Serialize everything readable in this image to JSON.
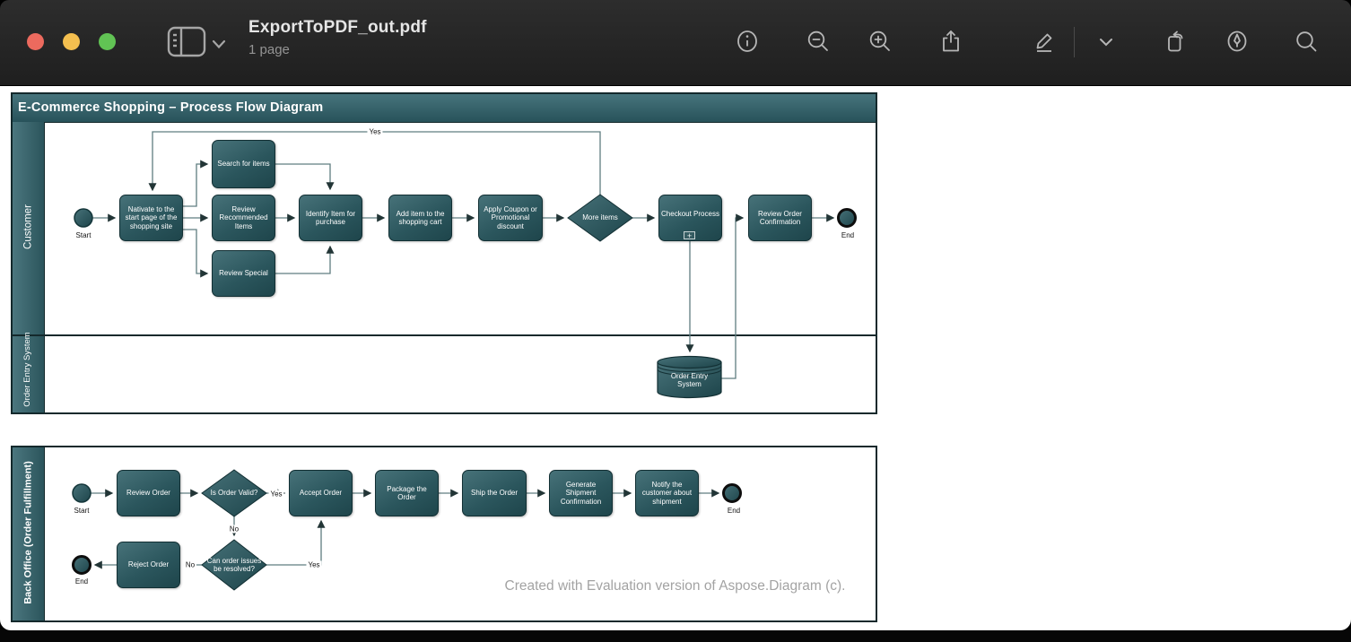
{
  "window": {
    "title": "ExportToPDF_out.pdf",
    "subtitle": "1 page",
    "toolbar_icons": [
      "sidebar-icon",
      "sidebar-chevron-icon",
      "info-icon",
      "zoom-out-icon",
      "zoom-in-icon",
      "share-icon",
      "markup-icon",
      "markup-chevron-icon",
      "rotate-icon",
      "fill-sign-icon",
      "search-icon"
    ]
  },
  "pool1": {
    "title": "E-Commerce Shopping – Process Flow Diagram",
    "lanes": {
      "customer": "Customer",
      "order_entry": "Order Entry System"
    },
    "nodes": {
      "start_label": "Start",
      "navigate": "Nativate to the start page of the shopping site",
      "search": "Search for items",
      "review_recommended": "Review Recommended Items",
      "review_special": "Review Special",
      "identify": "Identify Item for purchase",
      "add_item": "Add item to the shopping cart",
      "apply_coupon": "Apply Coupon or Promotional discount",
      "more_items": "More items",
      "checkout": "Checkout Process",
      "subprocess_marker": "+",
      "review_confirmation": "Review Order Confirmation",
      "end_label": "End",
      "datastore": "Order Entry System"
    },
    "edge_labels": {
      "yes_loop": "Yes"
    }
  },
  "pool2": {
    "lane": "Back Office (Order Fulfillment)",
    "nodes": {
      "start_label": "Start",
      "review_order": "Review Order",
      "is_valid": "Is Order Valid?",
      "accept": "Accept Order",
      "package": "Package the Order",
      "ship": "Ship the Order",
      "generate": "Generate Shipment Confirmation",
      "notify": "Notify the customer about shipment",
      "end_label": "End",
      "resolve": "Can order issues be resolved?",
      "reject": "Reject Order",
      "end2_label": "End"
    },
    "edge_labels": {
      "yes_valid": "Yes",
      "no_valid": "No",
      "no_resolve": "No",
      "yes_resolve": "Yes"
    }
  },
  "watermark": "Created with Evaluation version of Aspose.Diagram (c).",
  "colors": {
    "node_teal_light": "#477279",
    "node_teal_dark": "#1e454b",
    "pool_border": "#14292c",
    "connector": "#5f7d80",
    "chrome_bg": "#2d2d2d",
    "traffic_red": "#ec6a5e",
    "traffic_yellow": "#f4bf4f",
    "traffic_green": "#61c354"
  }
}
